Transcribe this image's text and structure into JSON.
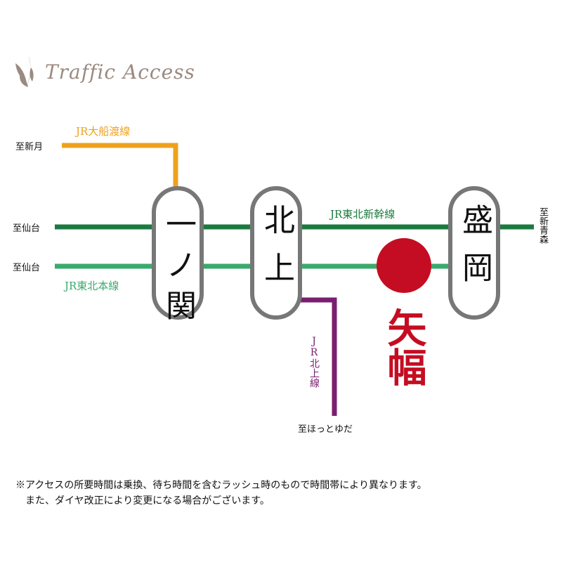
{
  "header": {
    "title": "Traffic Access",
    "icon": "leaf-ornament-icon"
  },
  "lines": {
    "ofunato": {
      "label": "JR大船渡線",
      "color": "#eea21c",
      "terminus": "至新月"
    },
    "shinkansen": {
      "label": "JR東北新幹線",
      "color": "#1b7a3f",
      "terminus_west": "至仙台",
      "terminus_east": "至新青森"
    },
    "honsen": {
      "label": "JR東北本線",
      "color": "#3aaa6c",
      "terminus_west": "至仙台"
    },
    "kitakami": {
      "label": "JR北上線",
      "color": "#7a1f70",
      "terminus": "至ほっとゆだ"
    }
  },
  "stations": [
    {
      "name": "一ノ関"
    },
    {
      "name": "北上"
    },
    {
      "name": "盛岡"
    }
  ],
  "destination": {
    "name": "矢幅",
    "color": "#c40d22"
  },
  "notes": [
    "※アクセスの所要時間は乗換、待ち時間を含むラッシュ時のもので時間帯により異なります。",
    "　また、ダイヤ改正により変更になる場合がございます。"
  ]
}
